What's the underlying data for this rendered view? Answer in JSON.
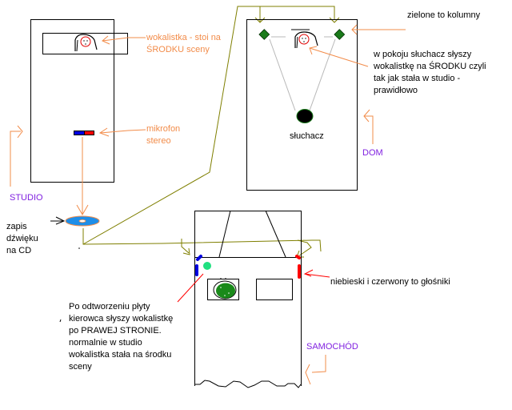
{
  "colors": {
    "orange": "#f28c4a",
    "purple": "#8020e0",
    "olive": "#7f7f00",
    "speaker_green": "#1a7a1a",
    "mic_blue": "#0000e0",
    "mic_red": "#ff0000",
    "cd_blue": "#1e8ee8",
    "mint": "#20e080",
    "gray": "#b8b8b8"
  },
  "studio": {
    "label": "STUDIO",
    "singer_note_line1": "wokalistka - stoi na",
    "singer_note_line2": "ŚRODKU sceny",
    "mic_note_line1": "mikrofon",
    "mic_note_line2": "stereo"
  },
  "cd": {
    "note_line1": "zapis",
    "note_line2": "dźwięku",
    "note_line3": "na CD"
  },
  "home": {
    "label": "DOM",
    "speakers_note": "zielone to kolumny",
    "listener_label": "słuchacz",
    "listener_note_line1": "w pokoju słuchacz słyszy",
    "listener_note_line2": "wokalistkę na ŚRODKU czyli",
    "listener_note_line3": "tak jak stała w studio -",
    "listener_note_line4": "prawidłowo"
  },
  "car": {
    "label": "SAMOCHÓD",
    "speakers_note": "niebieski i czerwony to głośniki",
    "driver_note_line1": "Po odtworzeniu płyty",
    "driver_note_line2": "kierowca słyszy wokalistkę",
    "driver_note_line3": "po PRAWEJ STRONIE.",
    "driver_note_line4": "normalnie w studio",
    "driver_note_line5": "wokalistka stała na środku",
    "driver_note_line6": "sceny"
  }
}
